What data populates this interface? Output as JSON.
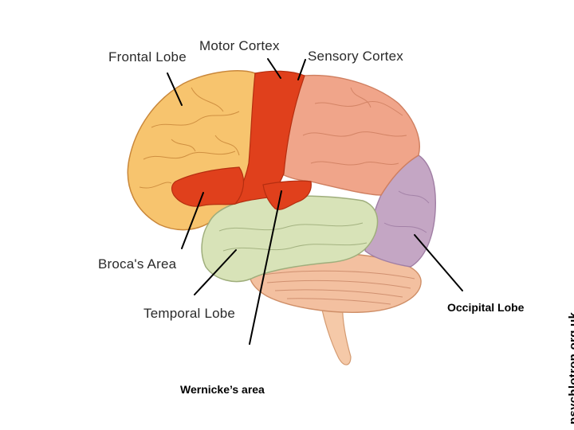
{
  "labels": {
    "frontal_lobe": "Frontal Lobe",
    "motor_cortex": "Motor Cortex",
    "sensory_cortex": "Sensory Cortex",
    "brocas_area": "Broca's Area",
    "temporal_lobe": "Temporal Lobe",
    "occipital_lobe": "Occipital Lobe",
    "wernickes_area": "Wernicke’s area"
  },
  "credit": "psychlotron.org.uk",
  "colors": {
    "frontal": "#f7c46e",
    "motor": "#e0401c",
    "sensory": "#f0a58a",
    "temporal": "#d8e3b8",
    "occipital": "#c4a6c4",
    "cerebellum": "#f3c0a0",
    "brainstem": "#f5c9a8",
    "outline": "#c9873a"
  }
}
